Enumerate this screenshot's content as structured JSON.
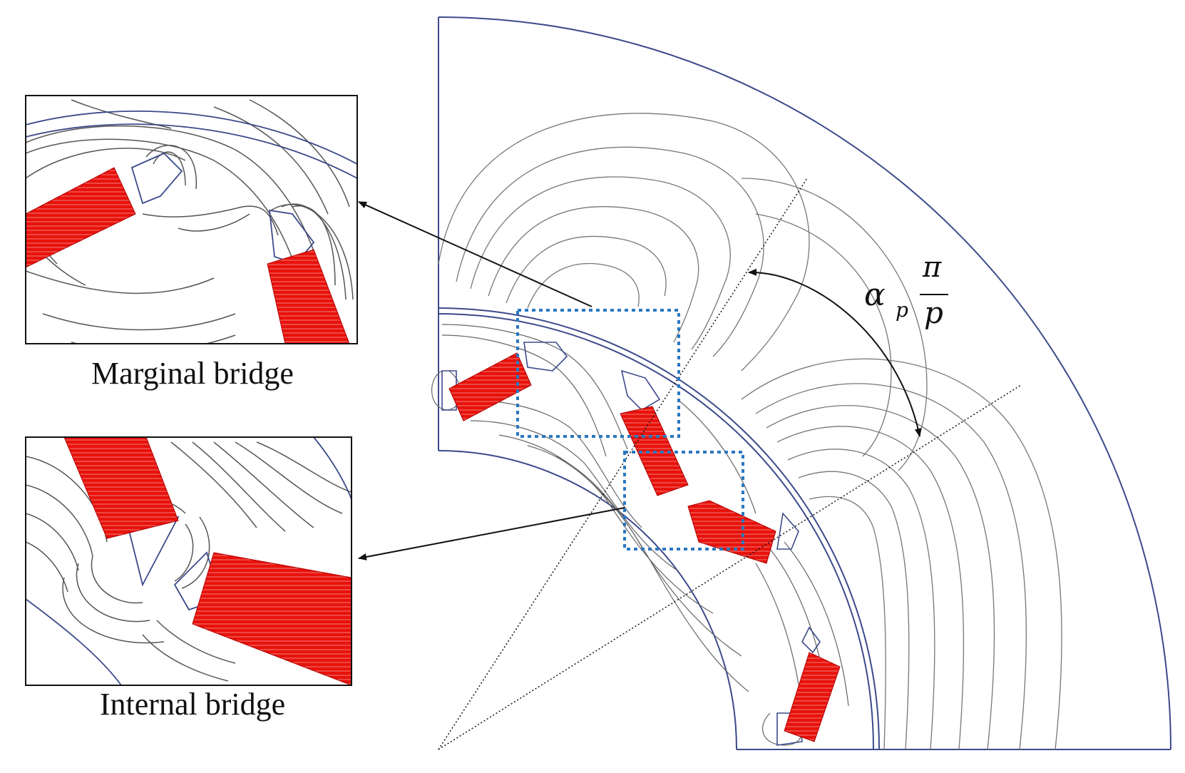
{
  "labels": {
    "marginal_bridge": "Marginal bridge",
    "internal_bridge": "Internal bridge"
  },
  "angle_label": {
    "symbol": "α",
    "subscript": "p",
    "numerator": "π",
    "denominator": "p"
  },
  "colors": {
    "magnet": "#e8120c",
    "outline": "#3c4a8a",
    "flux_lines": "#555555",
    "zoom_box": "#2a78bf",
    "arrow": "#111111"
  }
}
